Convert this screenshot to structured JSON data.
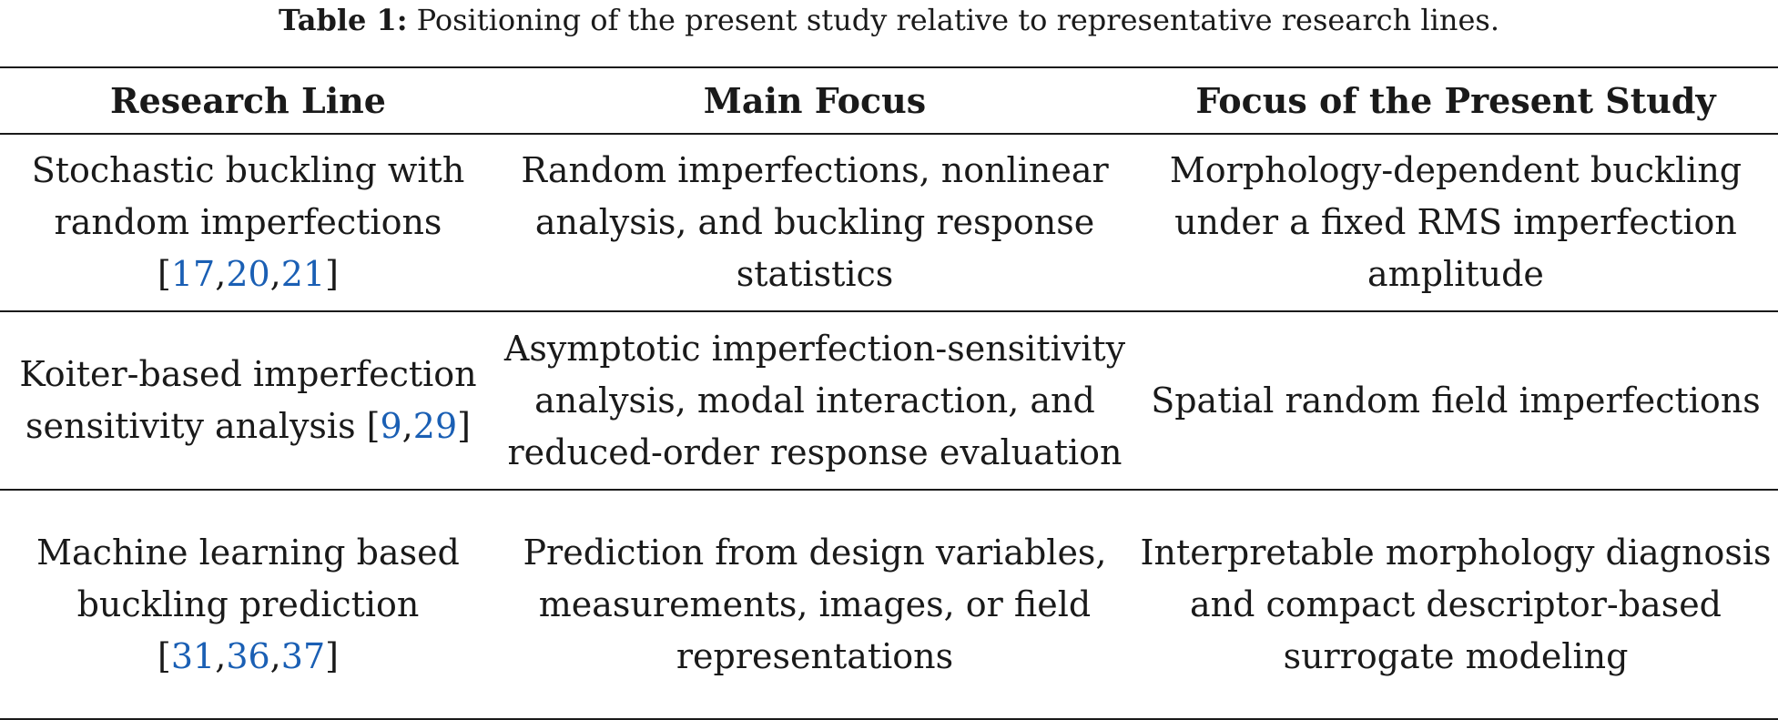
{
  "caption": {
    "label": "Table 1:",
    "text": "Positioning of the present study relative to representative research lines."
  },
  "columns": [
    "Research Line",
    "Main Focus",
    "Focus of the Present Study"
  ],
  "rows": [
    {
      "research_line_text": "Stochastic buckling with random imperfections",
      "refs": [
        "17",
        "20",
        "21"
      ],
      "main_focus": "Random imperfections, nonlinear analysis, and buckling response statistics",
      "present_study": "Morphology-dependent buckling under a fixed RMS imperfection amplitude"
    },
    {
      "research_line_text": "Koiter-based imperfection sensitivity analysis",
      "refs": [
        "9",
        "29"
      ],
      "main_focus": "Asymptotic imperfection-sensitivity analysis, modal interaction, and reduced-order response evaluation",
      "present_study": "Spatial random field imperfections"
    },
    {
      "research_line_text": "Machine learning based buckling prediction",
      "refs": [
        "31",
        "36",
        "37"
      ],
      "main_focus": "Prediction from design variables, measurements, images, or field representations",
      "present_study": "Interpretable morphology diagnosis and compact descriptor-based surrogate modeling"
    }
  ],
  "colors": {
    "text": "#1a1a1a",
    "reference_link": "#1a5fb4",
    "rule": "#1a1a1a"
  }
}
